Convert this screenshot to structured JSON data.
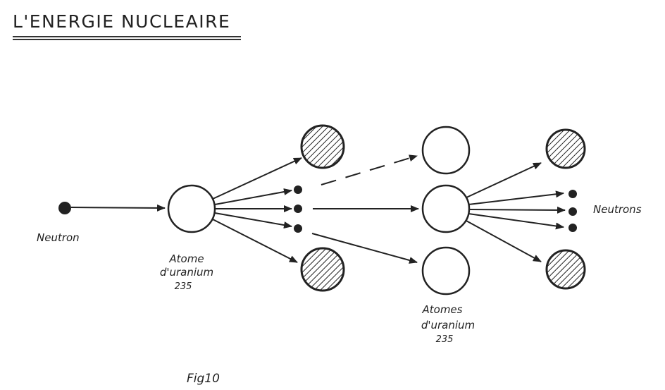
{
  "title": "L'ENERGIE NUCLEAIRE",
  "labels": {
    "neutron": "Neutron",
    "atom1": [
      "Atome",
      "d'uranium",
      "235"
    ],
    "atoms2": [
      "Atomes",
      "d'uranium",
      "235"
    ],
    "neutrons": "Neutrons",
    "figure": "Fig10"
  },
  "colors": {
    "ink": "#222222",
    "paper": "#ffffff"
  }
}
